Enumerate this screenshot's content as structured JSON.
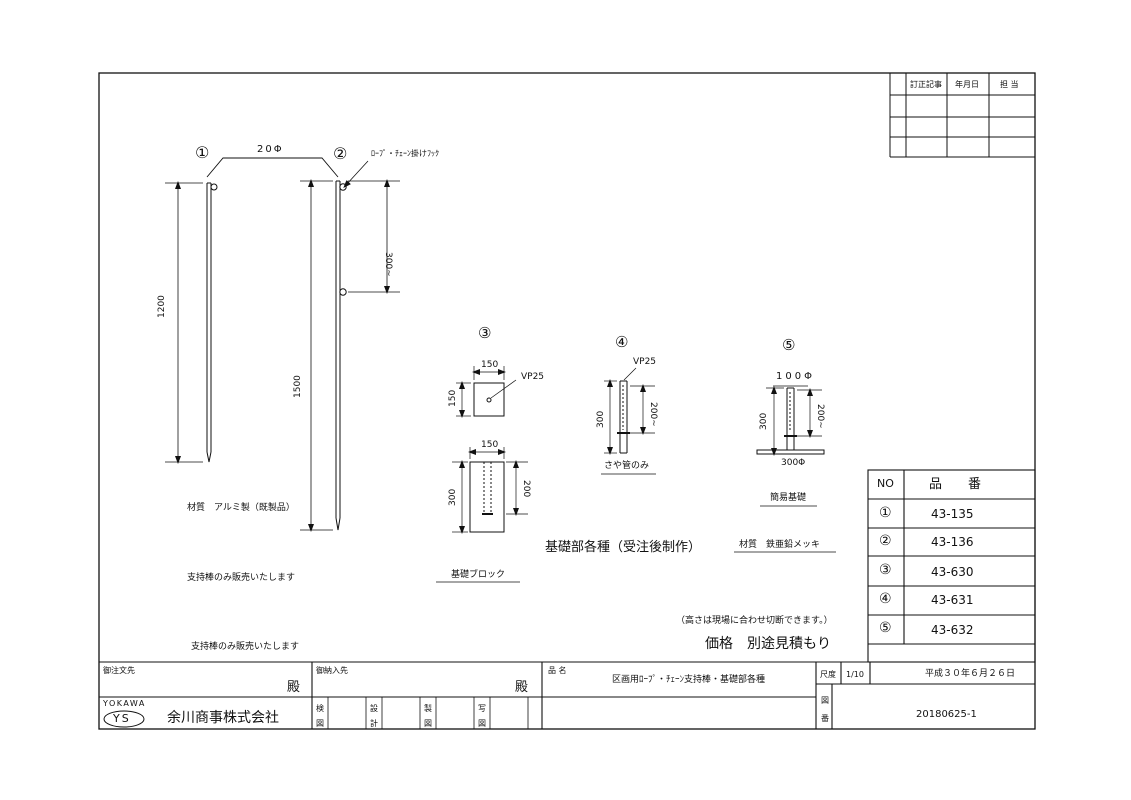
{
  "revision_table": {
    "headers": [
      "訂正記事",
      "年月日",
      "担 当"
    ]
  },
  "part1": {
    "label": "①",
    "spacing": "20Φ",
    "height": "1200",
    "material": "材質　アルミ製（既製品）"
  },
  "part2": {
    "label": "②",
    "hook_note": "ﾛｰﾌﾟ・ﾁｪｰﾝ掛けﾌｯｸ",
    "height": "1500",
    "hook_spacing": "300~"
  },
  "part3": {
    "label": "③",
    "width_top": "150",
    "side": "150",
    "vp": "VP25",
    "width_bottom": "150",
    "height": "300",
    "depth": "200",
    "caption": "基礎ブロック"
  },
  "part4": {
    "label": "④",
    "vp": "VP25",
    "height": "300",
    "depth": "200~",
    "caption": "さや管のみ"
  },
  "part5": {
    "label": "⑤",
    "top_dia": "100Φ",
    "height": "300",
    "depth": "200~",
    "bottom_dia": "300Φ",
    "caption": "簡易基礎"
  },
  "foundation_title": "基礎部各種（受注後制作）",
  "foundation_material": "材質　鉄亜鉛メッキ",
  "sales_note": "支持棒のみ販売いたします",
  "cut_note": "（高さは現場に合わせ切断できます。）",
  "price_note": "価格　別途見積もり",
  "parts_table": {
    "header_no": "NO",
    "header_part": "品　　番",
    "rows": [
      {
        "no": "①",
        "part": "43-135"
      },
      {
        "no": "②",
        "part": "43-136"
      },
      {
        "no": "③",
        "part": "43-630"
      },
      {
        "no": "④",
        "part": "43-631"
      },
      {
        "no": "⑤",
        "part": "43-632"
      }
    ]
  },
  "title_block": {
    "order_label": "御注文先",
    "delivery_label": "御納入先",
    "honorific": "殿",
    "item_label": "品 名",
    "item_name": "区画用ﾛｰﾌﾟ・ﾁｪｰﾝ支持棒・基礎部各種",
    "scale_label": "尺度",
    "scale": "1/10",
    "date": "平成３０年６月２６日",
    "drawing_label": "図番",
    "drawing_no": "20180625-1",
    "logo_text": "YOKAWA",
    "logo_mark": "YS",
    "company": "余川商事株式会社",
    "stamps": [
      "検図",
      "設計",
      "製図",
      "写図"
    ]
  }
}
